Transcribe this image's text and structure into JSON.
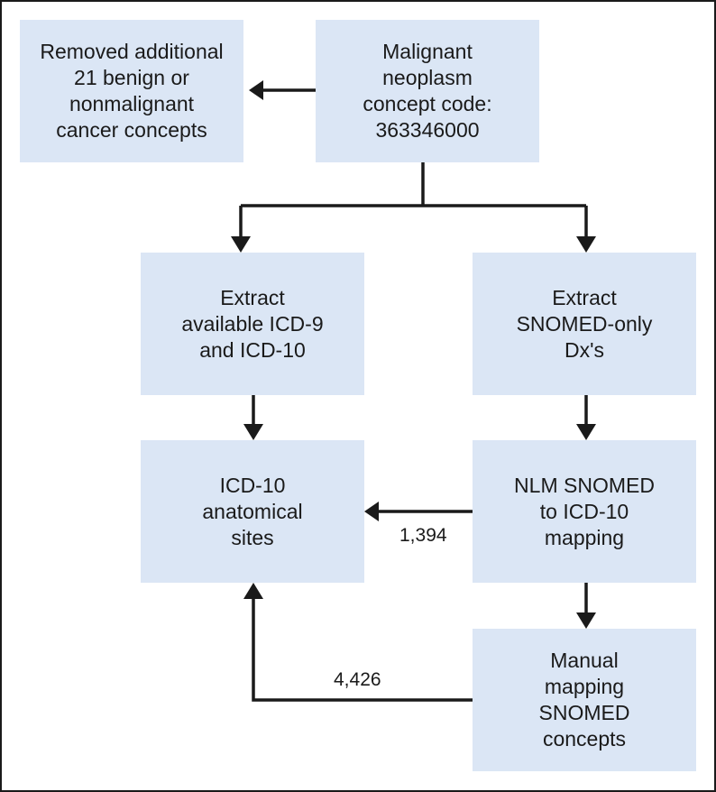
{
  "boxes": {
    "removed": "Removed additional\n21 benign or\nnonmalignant\ncancer concepts",
    "malignant": "Malignant\nneoplasm\nconcept code:\n363346000",
    "extract_icd": "Extract\navailable ICD-9\nand ICD-10",
    "extract_snomed": "Extract\nSNOMED-only\nDx's",
    "icd10_sites": "ICD-10\nanatomical\nsites",
    "nlm_mapping": "NLM SNOMED\nto ICD-10\nmapping",
    "manual_mapping": "Manual\nmapping\nSNOMED\nconcepts"
  },
  "edge_labels": {
    "nlm_to_sites": "1,394",
    "manual_to_sites": "4,426"
  },
  "colors": {
    "box_fill": "#dbe6f5",
    "line": "#1a1a1a"
  }
}
